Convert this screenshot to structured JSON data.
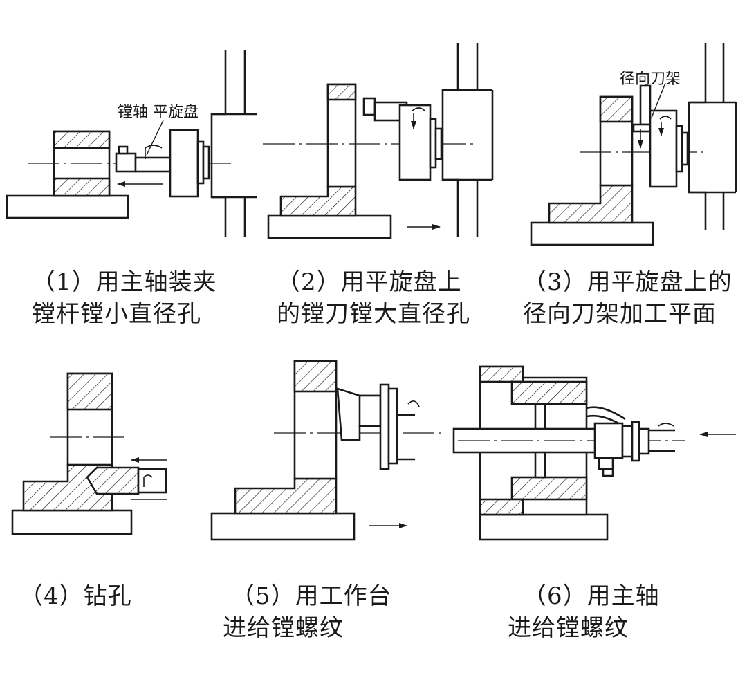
{
  "panels": [
    {
      "id": 1,
      "caption_line1": "（1）用主轴装夹",
      "caption_line2": "镗杆镗小直径孔",
      "label": "镗轴 平旋盘"
    },
    {
      "id": 2,
      "caption_line1": "（2）用平旋盘上",
      "caption_line2": "的镗刀镗大直径孔"
    },
    {
      "id": 3,
      "caption_line1": "（3）用平旋盘上的",
      "caption_line2": "径向刀架加工平面",
      "label": "径向刀架"
    },
    {
      "id": 4,
      "caption_line1": "（4）钻孔",
      "caption_line2": ""
    },
    {
      "id": 5,
      "caption_line1": "（5）用工作台",
      "caption_line2": "进给镗螺纹"
    },
    {
      "id": 6,
      "caption_line1": "（6）用主轴",
      "caption_line2": "进给镗螺纹"
    }
  ],
  "colors": {
    "line": "#1a1a1a",
    "background": "#ffffff"
  }
}
